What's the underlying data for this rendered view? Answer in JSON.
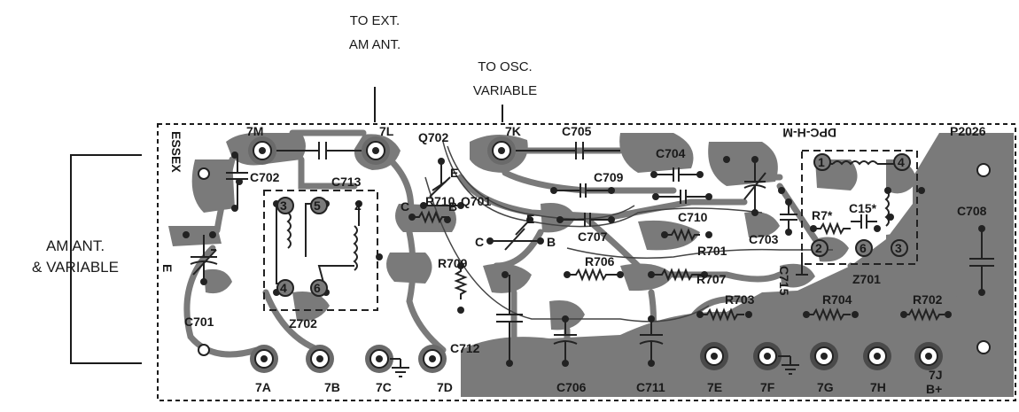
{
  "callouts": {
    "ext_am_ant": [
      "TO EXT.",
      "AM ANT."
    ],
    "osc_variable": [
      "TO OSC.",
      "VARIABLE"
    ],
    "am_ant_variable": [
      "AM ANT.",
      "& VARIABLE"
    ]
  },
  "board": {
    "id_top": "P2026",
    "mirror_mark": "DPC-H-M",
    "side_mark": "ESSEX",
    "corner_mark": "E"
  },
  "terminals": {
    "7A": "7A",
    "7B": "7B",
    "7C": "7C",
    "7D": "7D",
    "7E": "7E",
    "7F": "7F",
    "7G": "7G",
    "7H": "7H",
    "7J": "7J",
    "7J_sub": "B+",
    "7K": "7K",
    "7L": "7L",
    "7M": "7M"
  },
  "components": {
    "C701": "C701",
    "C702": "C702",
    "C703": "C703",
    "C704": "C704",
    "C705": "C705",
    "C706": "C706",
    "C707": "C707",
    "C708": "C708",
    "C709": "C709",
    "C710": "C710",
    "C711": "C711",
    "C712": "C712",
    "C713": "C713",
    "C715": "C715",
    "C15": "C15*",
    "R701": "R701",
    "R702": "R702",
    "R703": "R703",
    "R704": "R704",
    "R706": "R706",
    "R707": "R707",
    "R709": "R709",
    "R710": "R710",
    "R7": "R7*",
    "Q701": "Q701",
    "Q702": "Q702",
    "Z701": "Z701",
    "Z702": "Z702"
  },
  "pins": {
    "q_e": "E",
    "q_b": "B",
    "q_c": "C",
    "z702_3": "3",
    "z702_5": "5",
    "z702_2": "2",
    "z702_4": "4",
    "z702_6": "6",
    "z701_1": "1",
    "z701_4": "4",
    "z701_2": "2",
    "z701_6": "6",
    "z701_3": "3"
  }
}
